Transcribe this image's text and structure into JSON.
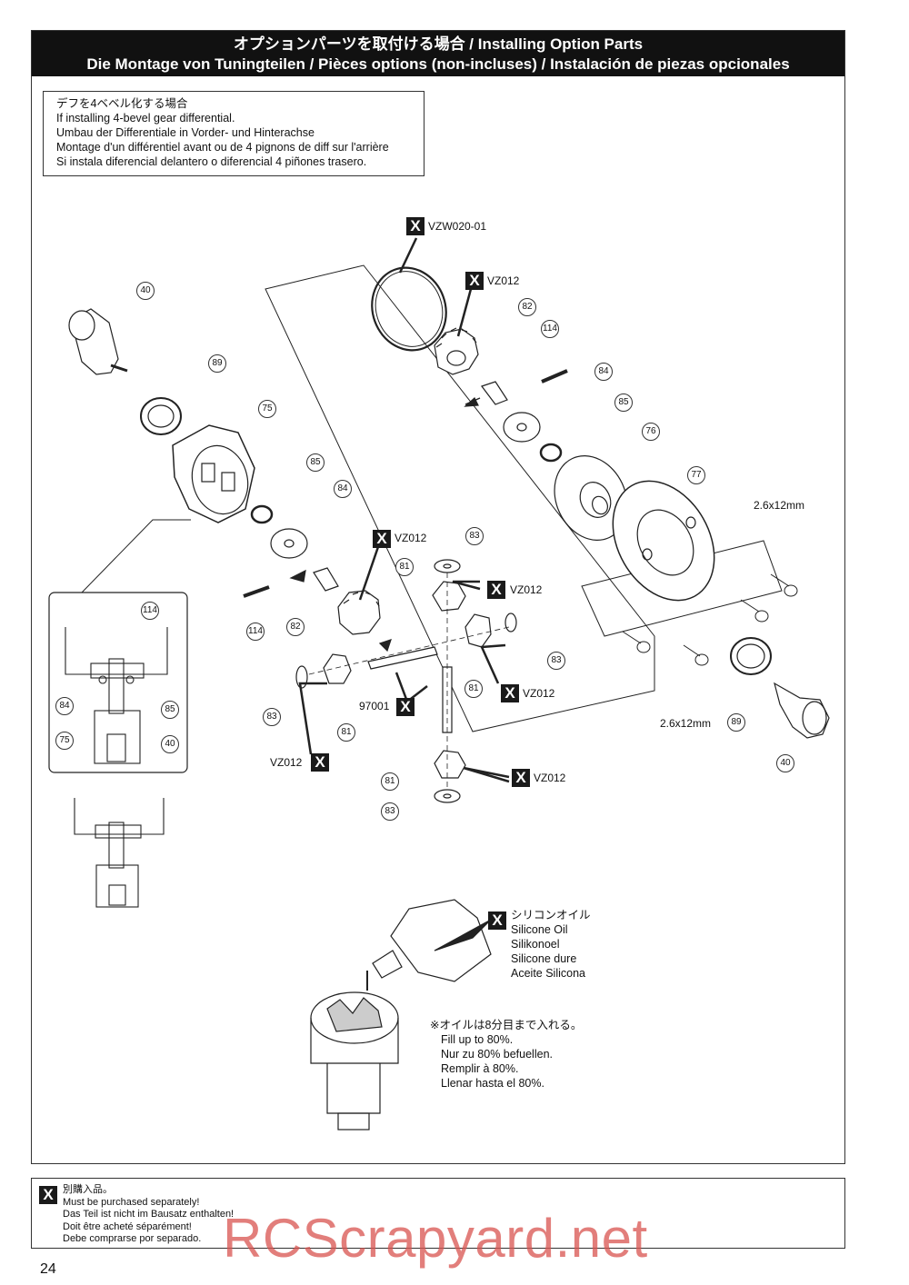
{
  "header": {
    "line1": "オプションパーツを取付ける場合 / Installing Option Parts",
    "line2": "Die Montage von Tuningteilen / Pièces options (non-incluses) / Instalación de piezas opcionales"
  },
  "note": {
    "lines": [
      "デフを4ベベル化する場合",
      "If installing 4-bevel gear differential.",
      "Umbau der Differentiale in Vorder- und Hinterachse",
      "Montage d'un différentiel avant ou de 4 pignons de diff sur l'arrière",
      "Si instala diferencial delantero o diferencial 4 piñones trasero."
    ]
  },
  "x_symbol": "X",
  "part_codes": {
    "vzw020": "VZW020-01",
    "vz012": "VZ012",
    "p97001": "97001",
    "screw": "2.6x12mm"
  },
  "part_numbers": {
    "n40": "40",
    "n75": "75",
    "n76": "76",
    "n77": "77",
    "n81": "81",
    "n82": "82",
    "n83": "83",
    "n84": "84",
    "n85": "85",
    "n89": "89",
    "n114": "114"
  },
  "oil": {
    "lines": [
      "シリコンオイル",
      "Silicone Oil",
      "Silikonoel",
      "Silicone dure",
      "Aceite Silicona"
    ]
  },
  "fill": {
    "lines": [
      "※オイルは8分目まで入れる。",
      "Fill up to 80%.",
      "Nur zu 80% befuellen.",
      "Remplir à 80%.",
      "Llenar hasta el 80%."
    ]
  },
  "footer": {
    "lines": [
      "別購入品。",
      "Must be purchased separately!",
      "Das Teil ist nicht im Bausatz enthalten!",
      "Doit être acheté séparément!",
      "Debe comprarse por separado."
    ]
  },
  "page_number": "24",
  "watermark": "RCScrapyard.net"
}
